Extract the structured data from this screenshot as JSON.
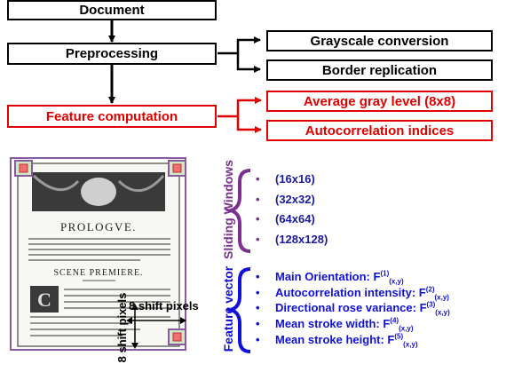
{
  "flow": {
    "document": "Document",
    "preprocessing": "Preprocessing",
    "grayscale": "Grayscale conversion",
    "border": "Border replication",
    "feature_computation": "Feature computation",
    "avg_gray": "Average gray level (8x8)",
    "autocorr": "Autocorrelation indices"
  },
  "sliding_windows": {
    "label": "Sliding Windows",
    "items": [
      "(16x16)",
      "(32x32)",
      "(64x64)",
      "(128x128)"
    ]
  },
  "feature_vector": {
    "label": "Feature vector",
    "items": [
      {
        "text": "Main Orientation: F",
        "sup": "(1)",
        "sub": "(x,y)"
      },
      {
        "text": "Autocorrelation intensity: F",
        "sup": "(2)",
        "sub": "(x,y)"
      },
      {
        "text": "Directional rose variance: F",
        "sup": "(3)",
        "sub": "(x,y)"
      },
      {
        "text": "Mean stroke width: F",
        "sup": "(4)",
        "sub": "(x,y)"
      },
      {
        "text": "Mean stroke height: F",
        "sup": "(5)",
        "sub": "(x,y)"
      }
    ]
  },
  "shift": {
    "horizontal": "8 shift pixels",
    "vertical": "8 shift pixels"
  },
  "document_text": {
    "heading": "PROLOGVE.",
    "scene": "SCENE PREMIERE."
  },
  "colors": {
    "red": "#e00000",
    "purple": "#7b2f8e",
    "blue": "#1010d8",
    "black": "#000000"
  },
  "bullet": "•"
}
